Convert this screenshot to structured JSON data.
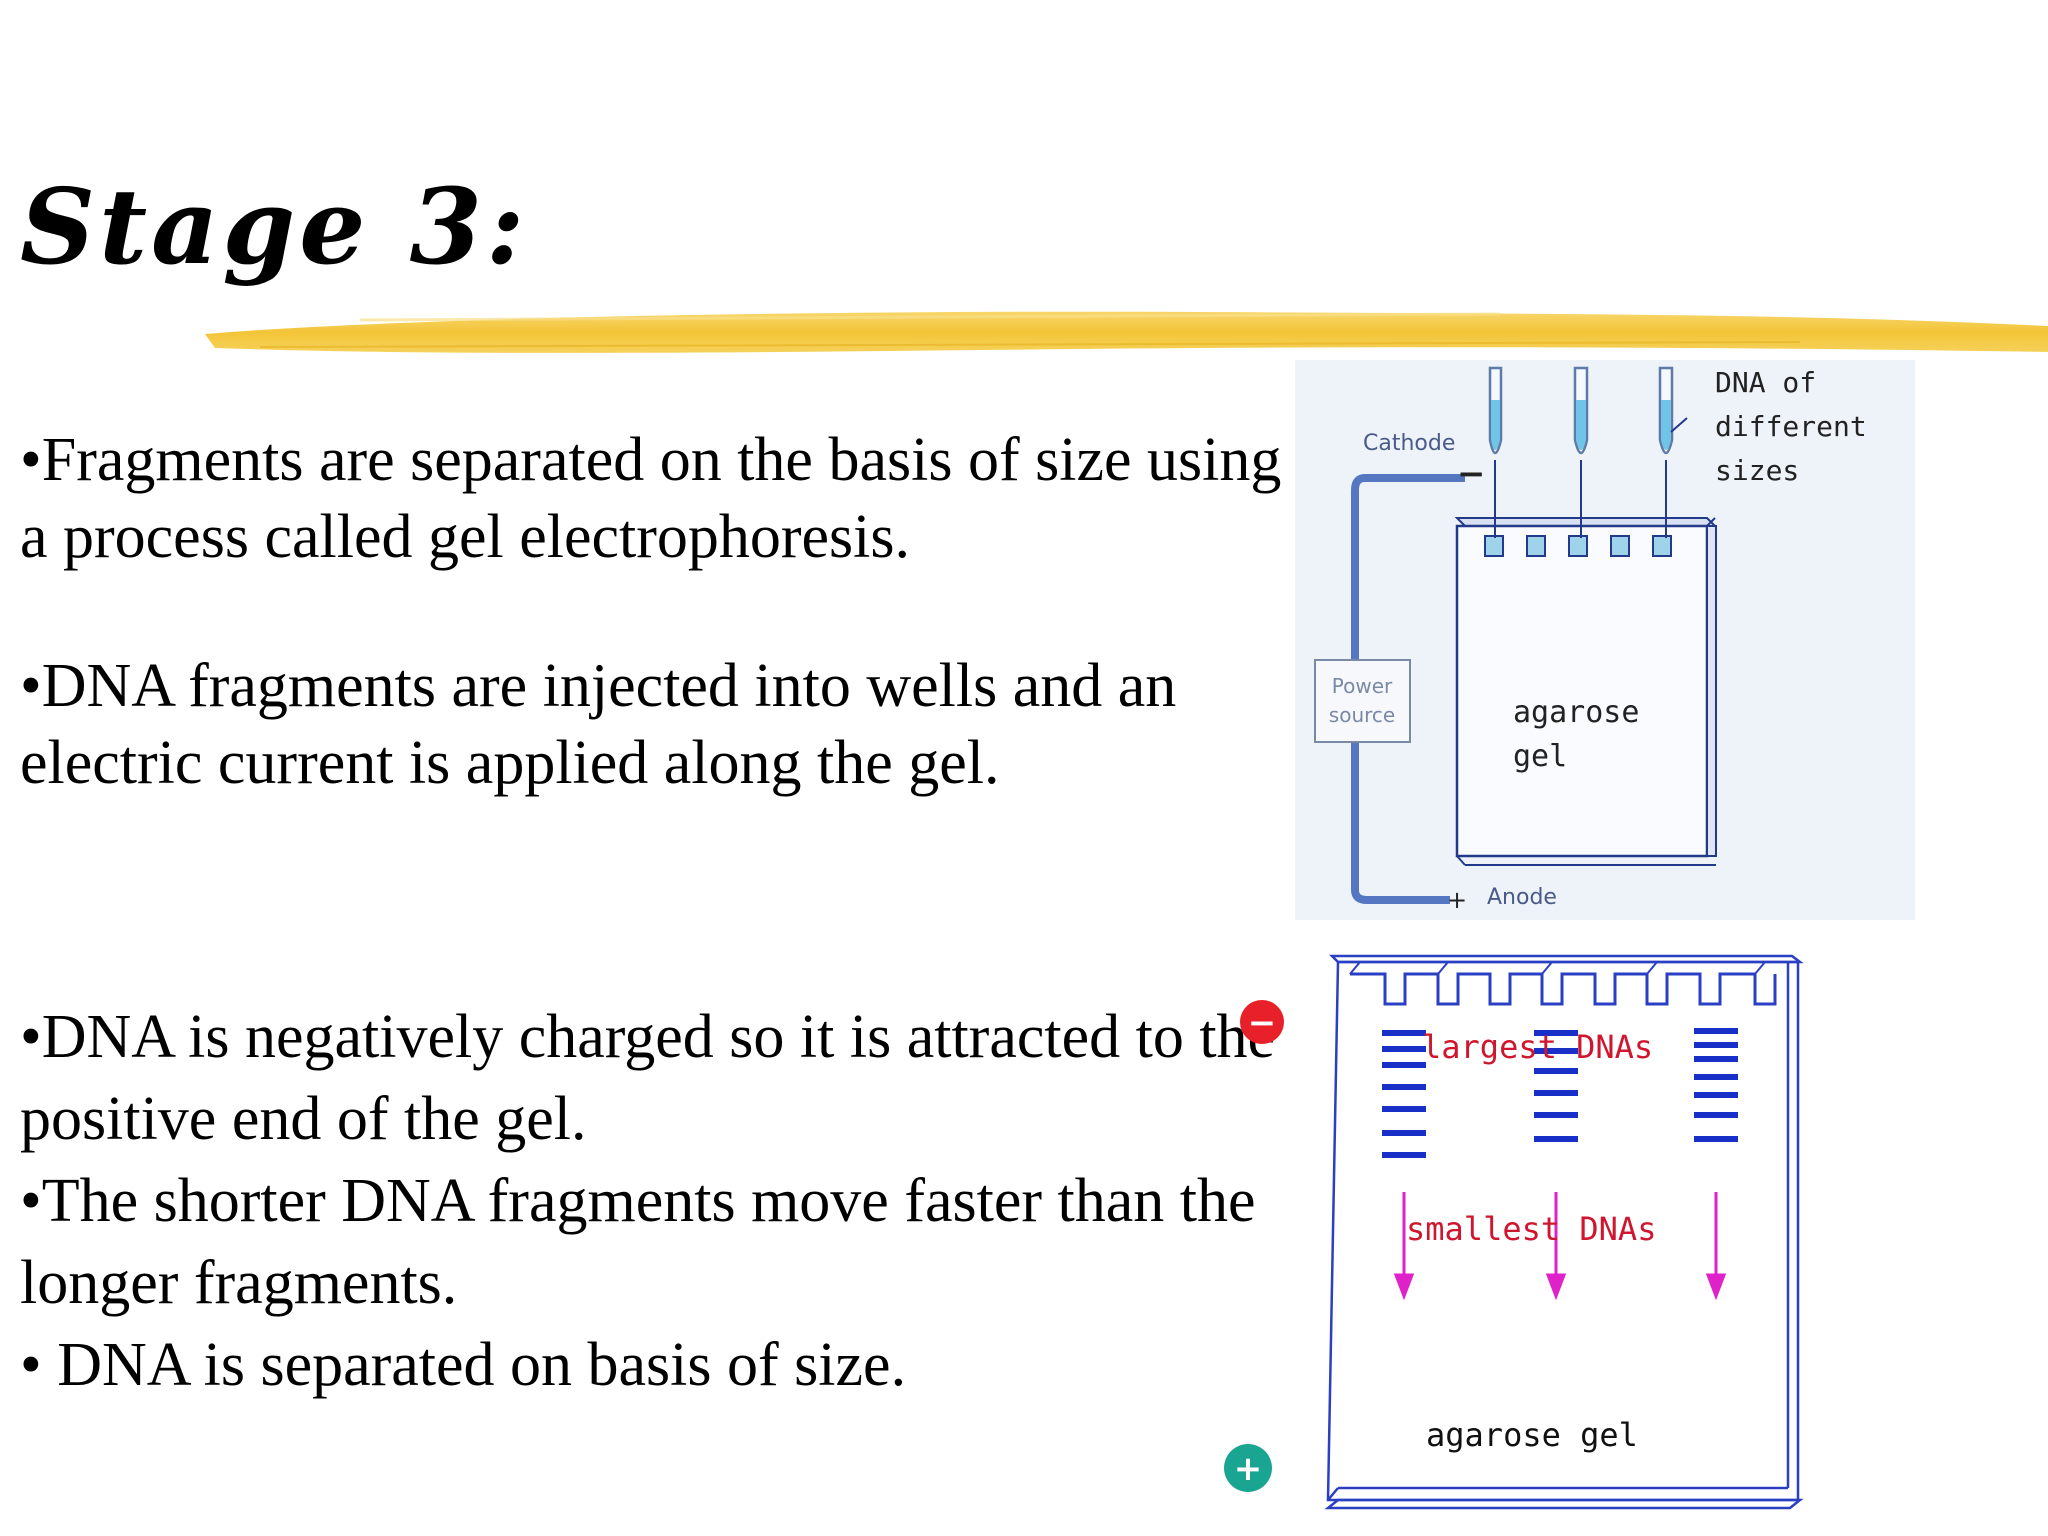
{
  "slide": {
    "title": "Stage 3:",
    "bullets_top": [
      "•Fragments are separated on the basis of size using a process called gel electrophoresis.",
      "•DNA fragments are injected into wells and an electric current is applied along the gel."
    ],
    "bullets_bottom": [
      "•DNA is negatively charged so it is attracted to the positive end of the gel.",
      "•The shorter DNA fragments move faster than the longer fragments.",
      "• DNA is separated on basis of size."
    ]
  },
  "figure_top": {
    "cathode_label": "Cathode",
    "anode_label": "Anode",
    "power_line1": "Power",
    "power_line2": "source",
    "dna_line1": "DNA of",
    "dna_line2": "different",
    "dna_line3": "sizes",
    "gel_line1": "agarose",
    "gel_line2": "gel",
    "minus_sign": "−",
    "plus_sign": "+"
  },
  "figure_bottom": {
    "largest_label": "largest DNAs",
    "smallest_label": "smallest DNAs",
    "gel_label": "agarose gel",
    "minus_sign": "−",
    "plus_sign": "+"
  },
  "colors": {
    "highlighter": "#f2c12e",
    "diagram_blue": "#2a3fc4",
    "label_red": "#d0162e",
    "arrow_magenta": "#e020c8",
    "minus_badge": "#e8202a",
    "plus_badge": "#1aa592"
  }
}
